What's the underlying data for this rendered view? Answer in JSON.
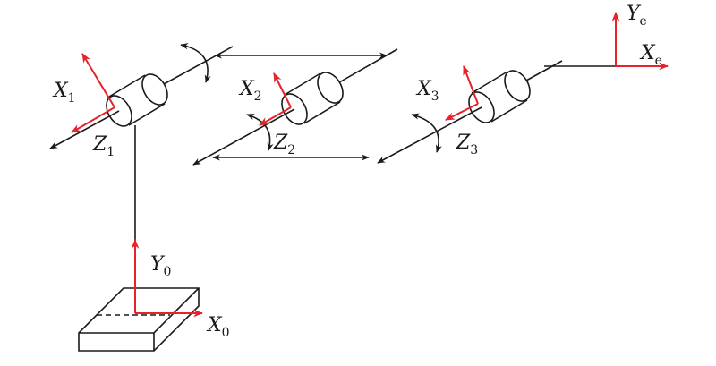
{
  "colors": {
    "axis": "#e6232a",
    "link": "#1a1a1a",
    "background": "#ffffff"
  },
  "labels": {
    "x1": {
      "main": "X",
      "sub": "1"
    },
    "z1": {
      "main": "Z",
      "sub": "1"
    },
    "x2": {
      "main": "X",
      "sub": "2"
    },
    "z2": {
      "main": "Z",
      "sub": "2"
    },
    "x3": {
      "main": "X",
      "sub": "3"
    },
    "z3": {
      "main": "Z",
      "sub": "3"
    },
    "ye": {
      "main": "Y",
      "sub": "e"
    },
    "xe": {
      "main": "X",
      "sub": "e"
    },
    "y0": {
      "main": "Y",
      "sub": "0"
    },
    "x0": {
      "main": "X",
      "sub": "0"
    }
  }
}
